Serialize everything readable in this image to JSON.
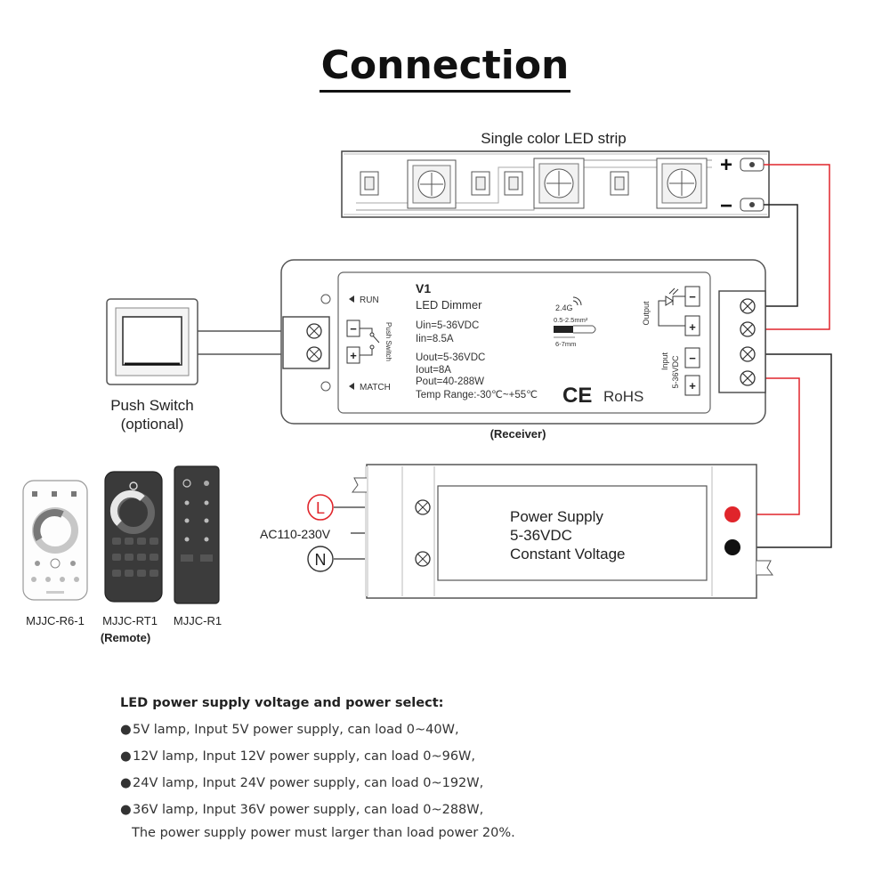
{
  "title": "Connection",
  "led_strip": {
    "label": "Single color LED strip",
    "plus": "+",
    "minus": "−"
  },
  "receiver": {
    "model": "V1",
    "name": "LED Dimmer",
    "uin": "Uin=5-36VDC",
    "iin": "Iin=8.5A",
    "uout": "Uout=5-36VDC",
    "iout": "Iout=8A",
    "pout": "Pout=40-288W",
    "temp": "Temp Range:-30℃~+55℃",
    "ce": "CE",
    "rohs": "RoHS",
    "run": "RUN",
    "match": "MATCH",
    "push_switch_text": "Push Switch",
    "freq": "2.4G",
    "wire_size": "0.5-2.5mm²",
    "strip_length": "6-7mm",
    "output_label": "Output",
    "input_label": "Input",
    "input_voltage": "5-36VDC",
    "term_minus": "−",
    "term_plus": "+",
    "caption": "(Receiver)"
  },
  "push_switch": {
    "label_line1": "Push Switch",
    "label_line2": "(optional)"
  },
  "remotes": [
    {
      "name": "MJJC-R6-1"
    },
    {
      "name": "MJJC-RT1"
    },
    {
      "name": "MJJC-R1"
    }
  ],
  "remote_caption": "(Remote)",
  "power_supply": {
    "line1": "Power Supply",
    "line2": "5-36VDC",
    "line3": "Constant Voltage",
    "ac_label": "AC110-230V",
    "l_label": "L",
    "n_label": "N"
  },
  "notes": {
    "heading": "LED power supply voltage and power select:",
    "items": [
      "5V lamp, Input 5V power supply, can load 0~40W,",
      "12V lamp, Input 12V power supply, can load 0~96W,",
      "24V lamp, Input 24V power supply, can load 0~192W,",
      "36V lamp, Input 36V power supply, can load 0~288W,"
    ],
    "footer": "The power supply power must larger than load power 20%."
  },
  "colors": {
    "wire_red": "#e0252b",
    "wire_black": "#222222",
    "line_gray": "#777777"
  }
}
